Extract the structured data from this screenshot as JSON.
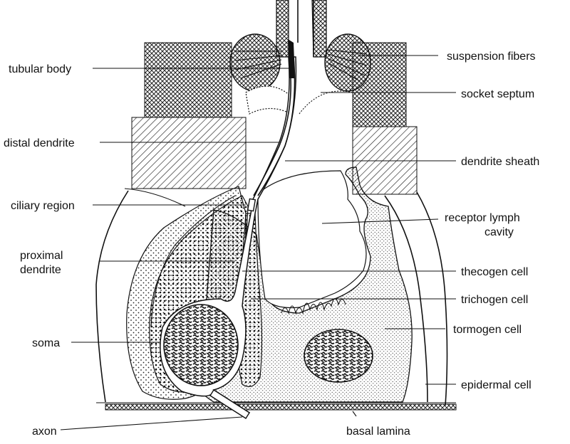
{
  "labels_left": {
    "tubular_body": "tubular body",
    "distal_dendrite": "distal dendrite",
    "ciliary_region": "ciliary region",
    "proximal_dendrite_1": "proximal",
    "proximal_dendrite_2": "dendrite",
    "soma": "soma",
    "axon": "axon"
  },
  "labels_right": {
    "suspension_fibers": "suspension fibers",
    "socket_septum": "socket septum",
    "dendrite_sheath": "dendrite sheath",
    "receptor_lymph_cavity_1": "receptor lymph",
    "receptor_lymph_cavity_2": "cavity",
    "thecogen_cell": "thecogen cell",
    "trichogen_cell": "trichogen cell",
    "tormogen_cell": "tormogen cell",
    "epidermal_cell": "epidermal cell",
    "basal_lamina": "basal lamina"
  }
}
